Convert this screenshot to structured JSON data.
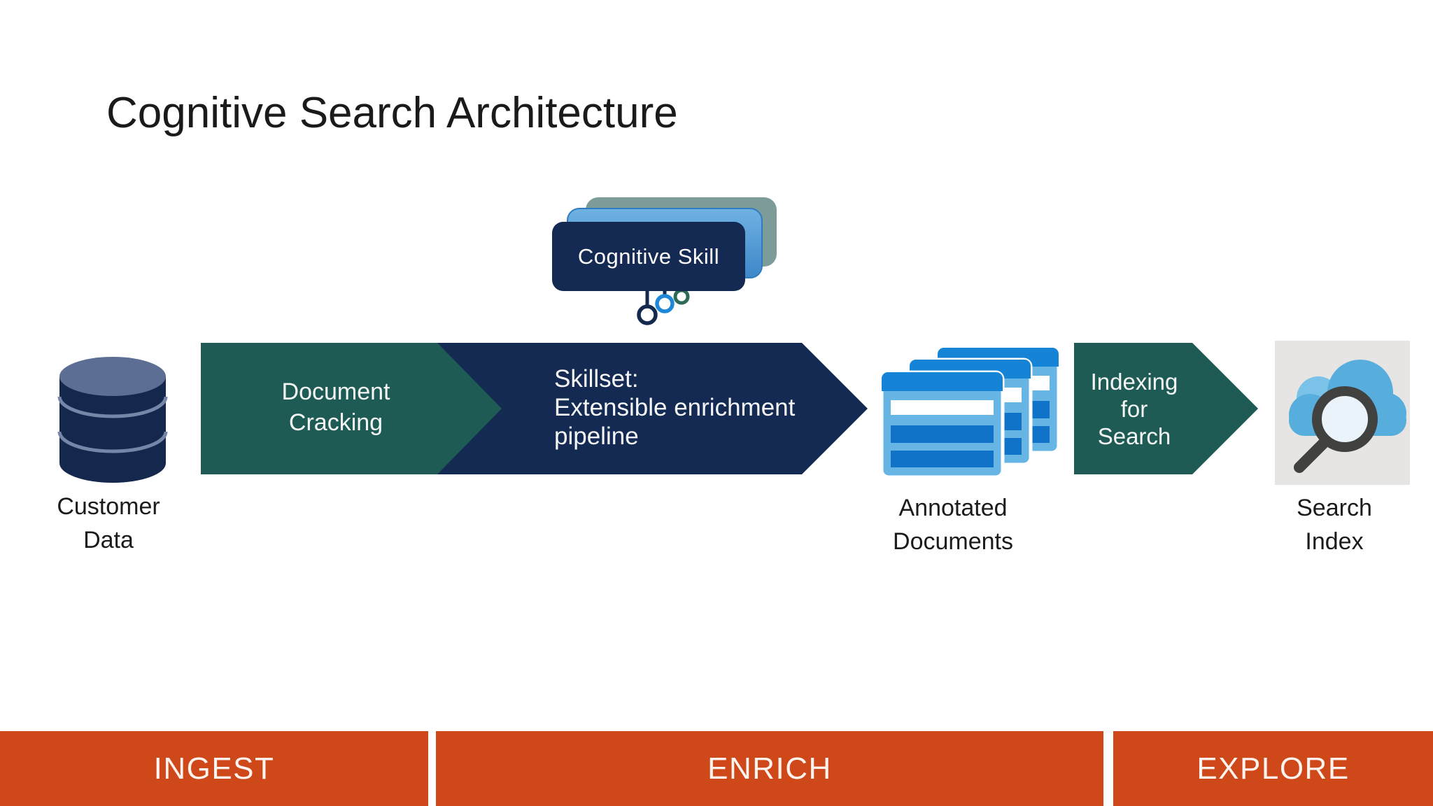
{
  "slide": {
    "title": "Cognitive Search Architecture"
  },
  "skill_card": {
    "label": "Cognitive Skill"
  },
  "arrows": {
    "document_cracking": {
      "lines": [
        "Document",
        "Cracking"
      ]
    },
    "skillset": {
      "lines": [
        "Skillset:",
        "Extensible enrichment",
        "pipeline"
      ]
    },
    "indexing": {
      "lines": [
        "Indexing",
        "for",
        "Search"
      ]
    }
  },
  "nodes": {
    "customer_data": {
      "lines": [
        "Customer",
        "Data"
      ]
    },
    "annotated_documents": {
      "lines": [
        "Annotated",
        "Documents"
      ]
    },
    "search_index": {
      "lines": [
        "Search",
        "Index"
      ]
    }
  },
  "footer": {
    "stages": [
      {
        "label": "INGEST"
      },
      {
        "label": "ENRICH"
      },
      {
        "label": "EXPLORE"
      }
    ]
  },
  "colors": {
    "teal": "#1E5B55",
    "navy": "#152A52",
    "orange": "#CE481A",
    "sage": "#7D9C99",
    "card_blue_top": "#6FB1E2",
    "card_blue_bottom": "#3E88C9",
    "card_blue_border": "#2F7CC0",
    "db_body": "#14284E",
    "db_top": "#5C6E93",
    "db_line": "#7487A9",
    "doc_body": "#66B5E4",
    "doc_header": "#1583D6",
    "doc_row": "#1173C8",
    "icon_bg": "#E6E5E3",
    "cloud": "#57AEDD",
    "cloud_light": "#7AC2E8",
    "magnifier": "#414140",
    "ring_teal": "#2C6B57",
    "ring_blue": "#1E88D8",
    "ring_navy": "#14294E"
  }
}
